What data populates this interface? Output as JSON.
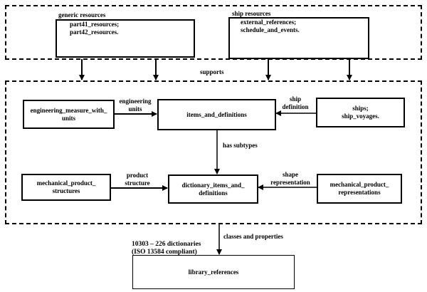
{
  "groups": {
    "top": {
      "generic": {
        "title": "generic resources",
        "lines": [
          "part41_resources;",
          "part42_resources."
        ]
      },
      "ship": {
        "title": "ship resources",
        "lines": [
          "external_references;",
          "schedule_and_events."
        ]
      },
      "supports_label": "supports"
    },
    "middle": {
      "engineering": [
        "engineering_measure_with_",
        "units"
      ],
      "items": "items_and_definitions",
      "ships": [
        "ships;",
        "ship_voyages."
      ],
      "mech_structures": [
        "mechanical_product_",
        "structures"
      ],
      "dictionary": [
        "dictionary_items_and_",
        "definitions"
      ],
      "mech_representations": [
        "mechanical_product_",
        "representations"
      ]
    }
  },
  "relations": {
    "engineering_units": [
      "engineering",
      "units"
    ],
    "ship_definition": [
      "ship",
      "definition"
    ],
    "has_subtypes": "has subtypes",
    "product_structure": [
      "product",
      "structure"
    ],
    "shape_representation": [
      "shape",
      "representation"
    ],
    "classes_and_properties": "classes and properties"
  },
  "bottom": {
    "note": [
      "10303 – 226 dictionaries",
      "(ISO 13584 compliant)"
    ],
    "library": "library_references"
  }
}
